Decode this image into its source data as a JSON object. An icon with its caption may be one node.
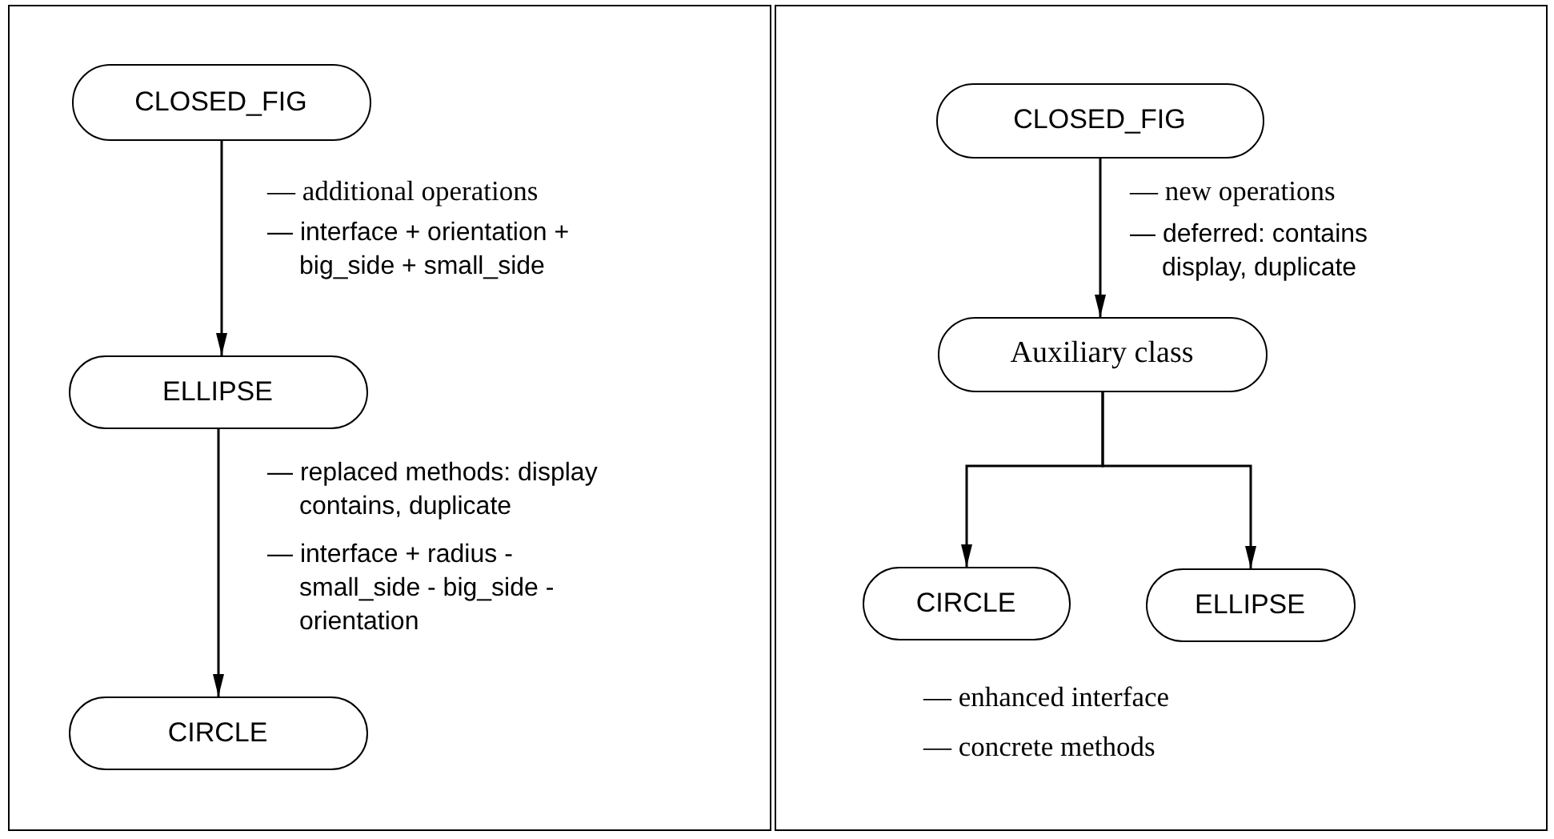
{
  "diagram": {
    "nodes": [
      {
        "text": [],
        "shape": "box"
      },
      {
        "text": [],
        "shape": "box"
      },
      {
        "text": [
          "CLOSED_FIG"
        ],
        "in": 0
      },
      {
        "text": [
          "ELLIPSE"
        ],
        "in": 0
      },
      {
        "text": [
          "CIRCLE"
        ],
        "in": 0
      },
      {
        "text": [
          "CLOSED_FIG"
        ],
        "in": 1
      },
      {
        "text": [
          "Auxiliary class"
        ],
        "in": 1
      },
      {
        "text": [
          "CIRCLE"
        ],
        "in": 1
      },
      {
        "text": [
          "ELLIPSE"
        ],
        "in": 1
      }
    ],
    "edges": [
      {
        "from": 2,
        "to": 3,
        "arrow": "to"
      },
      {
        "from": 3,
        "to": 4,
        "arrow": "to"
      },
      {
        "from": 5,
        "to": 6,
        "arrow": "to"
      },
      {
        "from": 6,
        "to": 7,
        "arrow": "to"
      },
      {
        "from": 6,
        "to": 8,
        "arrow": "to"
      }
    ],
    "labels": [
      "— additional operations",
      "— interface + orientation + big_side + small_side",
      "— replaced methods: display contains, duplicate",
      "— interface + radius - small_side - big_side - orientation",
      "— new operations",
      "— deferred: contains display, duplicate",
      "— enhanced interface",
      "— concrete methods"
    ]
  }
}
